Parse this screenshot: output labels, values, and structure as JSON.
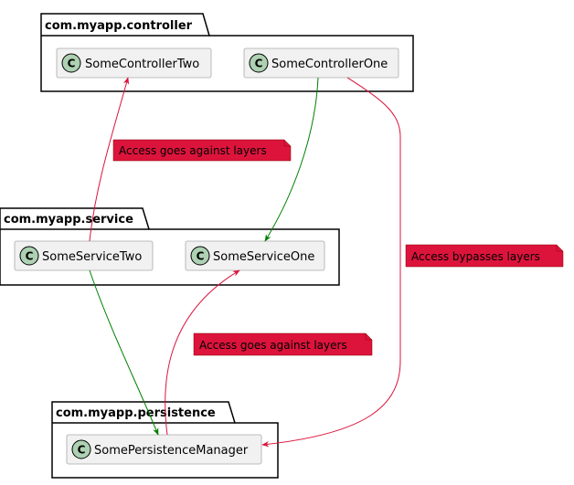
{
  "colors": {
    "violation": "#DC143C",
    "allowed": "#008000",
    "note_fill": "#DC143C",
    "class_fill": "#F1F1F1",
    "class_icon": "#ADD1B2"
  },
  "class_icon_letter": "C",
  "packages": {
    "controller": "com.myapp.controller",
    "service": "com.myapp.service",
    "persistence": "com.myapp.persistence"
  },
  "classes": {
    "controller_two": "SomeControllerTwo",
    "controller_one": "SomeControllerOne",
    "service_two": "SomeServiceTwo",
    "service_one": "SomeServiceOne",
    "persistence_manager": "SomePersistenceManager"
  },
  "notes": {
    "against_layers_top": "Access goes against layers",
    "bypasses_layers": "Access bypasses layers",
    "against_layers_bottom": "Access goes against layers"
  }
}
